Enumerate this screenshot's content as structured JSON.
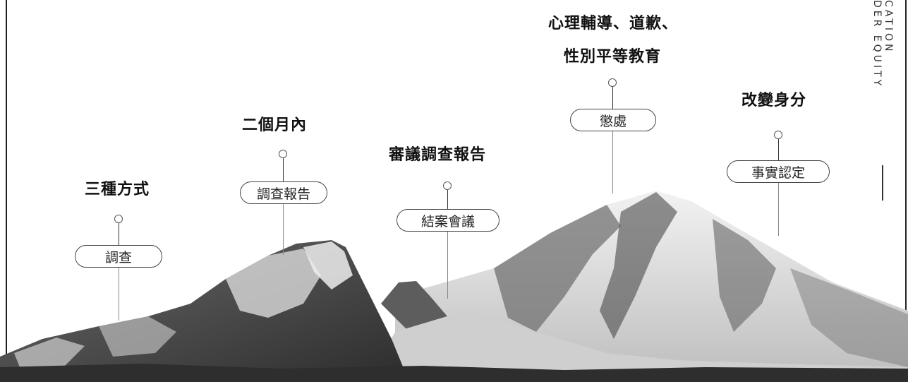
{
  "steps": [
    {
      "title": "三種方式",
      "pill": "調查"
    },
    {
      "title": "二個月內",
      "pill": "調查報告"
    },
    {
      "title": "審議調查報告",
      "pill": "結案會議"
    },
    {
      "title_line1": "心理輔導、道歉、",
      "title_line2": "性別平等教育",
      "pill": "懲處"
    },
    {
      "title": "改變身分",
      "pill": "事實認定"
    }
  ],
  "side_text": {
    "line1": "DER EQUITY",
    "line2": "CATION"
  },
  "colors": {
    "text": "#111111",
    "frame": "#222222",
    "mountain_dark": "#3a3a3a",
    "mountain_light": "#e6e6e6"
  }
}
